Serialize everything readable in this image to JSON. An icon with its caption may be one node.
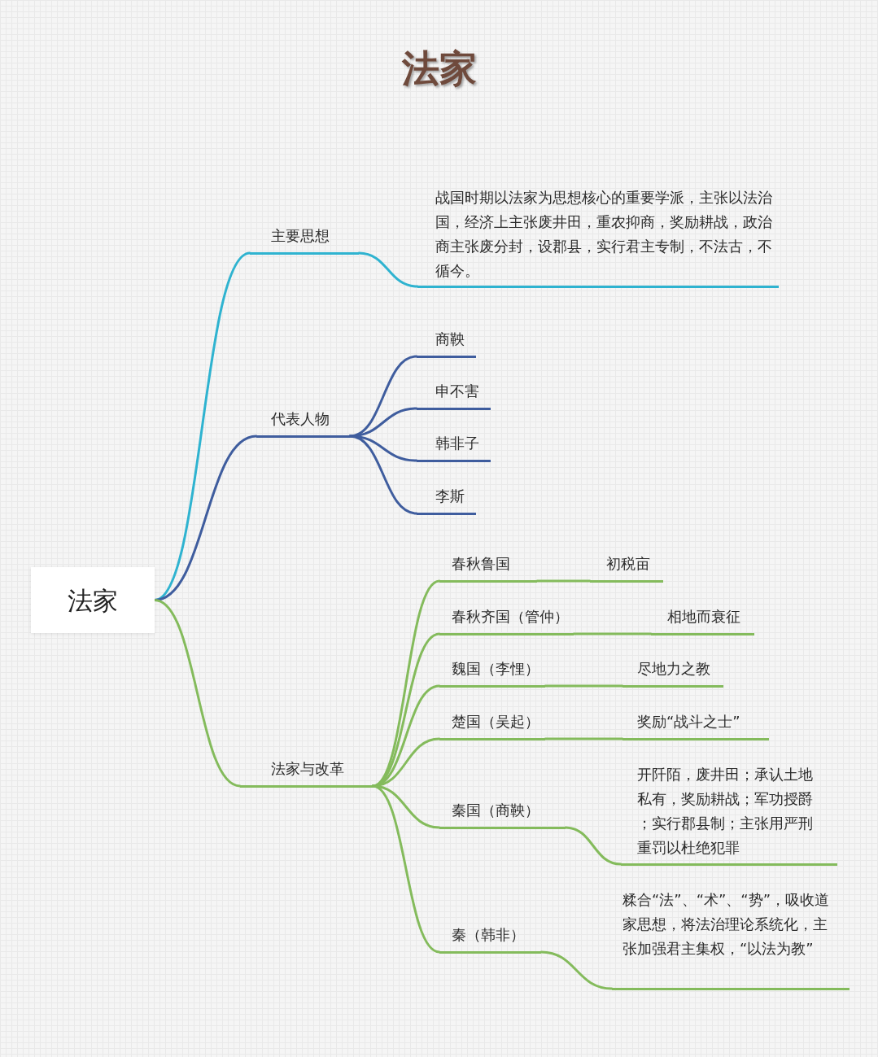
{
  "diagram": {
    "title": "法家",
    "nodes": [
      {
        "text": [
          "法家"
        ]
      },
      {
        "text": [
          "主要思想"
        ]
      },
      {
        "text": [
          "战国时期以法家为思想核心的重要学派，主张以法治国，经济上主张废井田，重农抑商，奖励耕战，政治商主张废分封，设郡县，实行君主专制，不法古，不循今。"
        ]
      },
      {
        "text": [
          "代表人物"
        ]
      },
      {
        "text": [
          "商鞅"
        ]
      },
      {
        "text": [
          "申不害"
        ]
      },
      {
        "text": [
          "韩非子"
        ]
      },
      {
        "text": [
          "李斯"
        ]
      },
      {
        "text": [
          "法家与改革"
        ]
      },
      {
        "text": [
          "春秋鲁国"
        ]
      },
      {
        "text": [
          "初税亩"
        ]
      },
      {
        "text": [
          "春秋齐国（管仲）"
        ]
      },
      {
        "text": [
          "相地而衰征"
        ]
      },
      {
        "text": [
          "魏国（李悝）"
        ]
      },
      {
        "text": [
          "尽地力之教"
        ]
      },
      {
        "text": [
          "楚国（吴起）"
        ]
      },
      {
        "text": [
          "奖励“战斗之士”"
        ]
      },
      {
        "text": [
          "秦国（商鞅）"
        ]
      },
      {
        "text": [
          "开阡陌，废井田；承认土地私有，奖励耕战；军功授爵；实行郡县制；主张用严刑重罚以杜绝犯罪"
        ]
      },
      {
        "text": [
          "秦（韩非）"
        ]
      },
      {
        "text": [
          "糅合“法”、“术”、“势”，吸收道家思想，将法治理论系统化，主张加强君主集权，“以法为教”"
        ]
      }
    ],
    "edges": [
      {
        "from": 0,
        "to": 1,
        "arrow": "none",
        "color": "#2fb3d0"
      },
      {
        "from": 1,
        "to": 2,
        "arrow": "none",
        "color": "#2fb3d0"
      },
      {
        "from": 0,
        "to": 3,
        "arrow": "none",
        "color": "#3f5d9e"
      },
      {
        "from": 3,
        "to": 4,
        "arrow": "none",
        "color": "#3f5d9e"
      },
      {
        "from": 3,
        "to": 5,
        "arrow": "none",
        "color": "#3f5d9e"
      },
      {
        "from": 3,
        "to": 6,
        "arrow": "none",
        "color": "#3f5d9e"
      },
      {
        "from": 3,
        "to": 7,
        "arrow": "none",
        "color": "#3f5d9e"
      },
      {
        "from": 0,
        "to": 8,
        "arrow": "none"
      },
      {
        "from": 8,
        "to": 9,
        "arrow": "none"
      },
      {
        "from": 8,
        "to": 11,
        "arrow": "none"
      },
      {
        "from": 8,
        "to": 13,
        "arrow": "none"
      },
      {
        "from": 8,
        "to": 15,
        "arrow": "none"
      },
      {
        "from": 8,
        "to": 17,
        "arrow": "none"
      },
      {
        "from": 8,
        "to": 19,
        "arrow": "none"
      },
      {
        "from": 9,
        "to": 10,
        "arrow": "none"
      },
      {
        "from": 11,
        "to": 12,
        "arrow": "none"
      },
      {
        "from": 13,
        "to": 14,
        "arrow": "none"
      },
      {
        "from": 15,
        "to": 16,
        "arrow": "none"
      },
      {
        "from": 17,
        "to": 18,
        "arrow": "none"
      },
      {
        "from": 19,
        "to": 20,
        "arrow": "none"
      }
    ]
  }
}
